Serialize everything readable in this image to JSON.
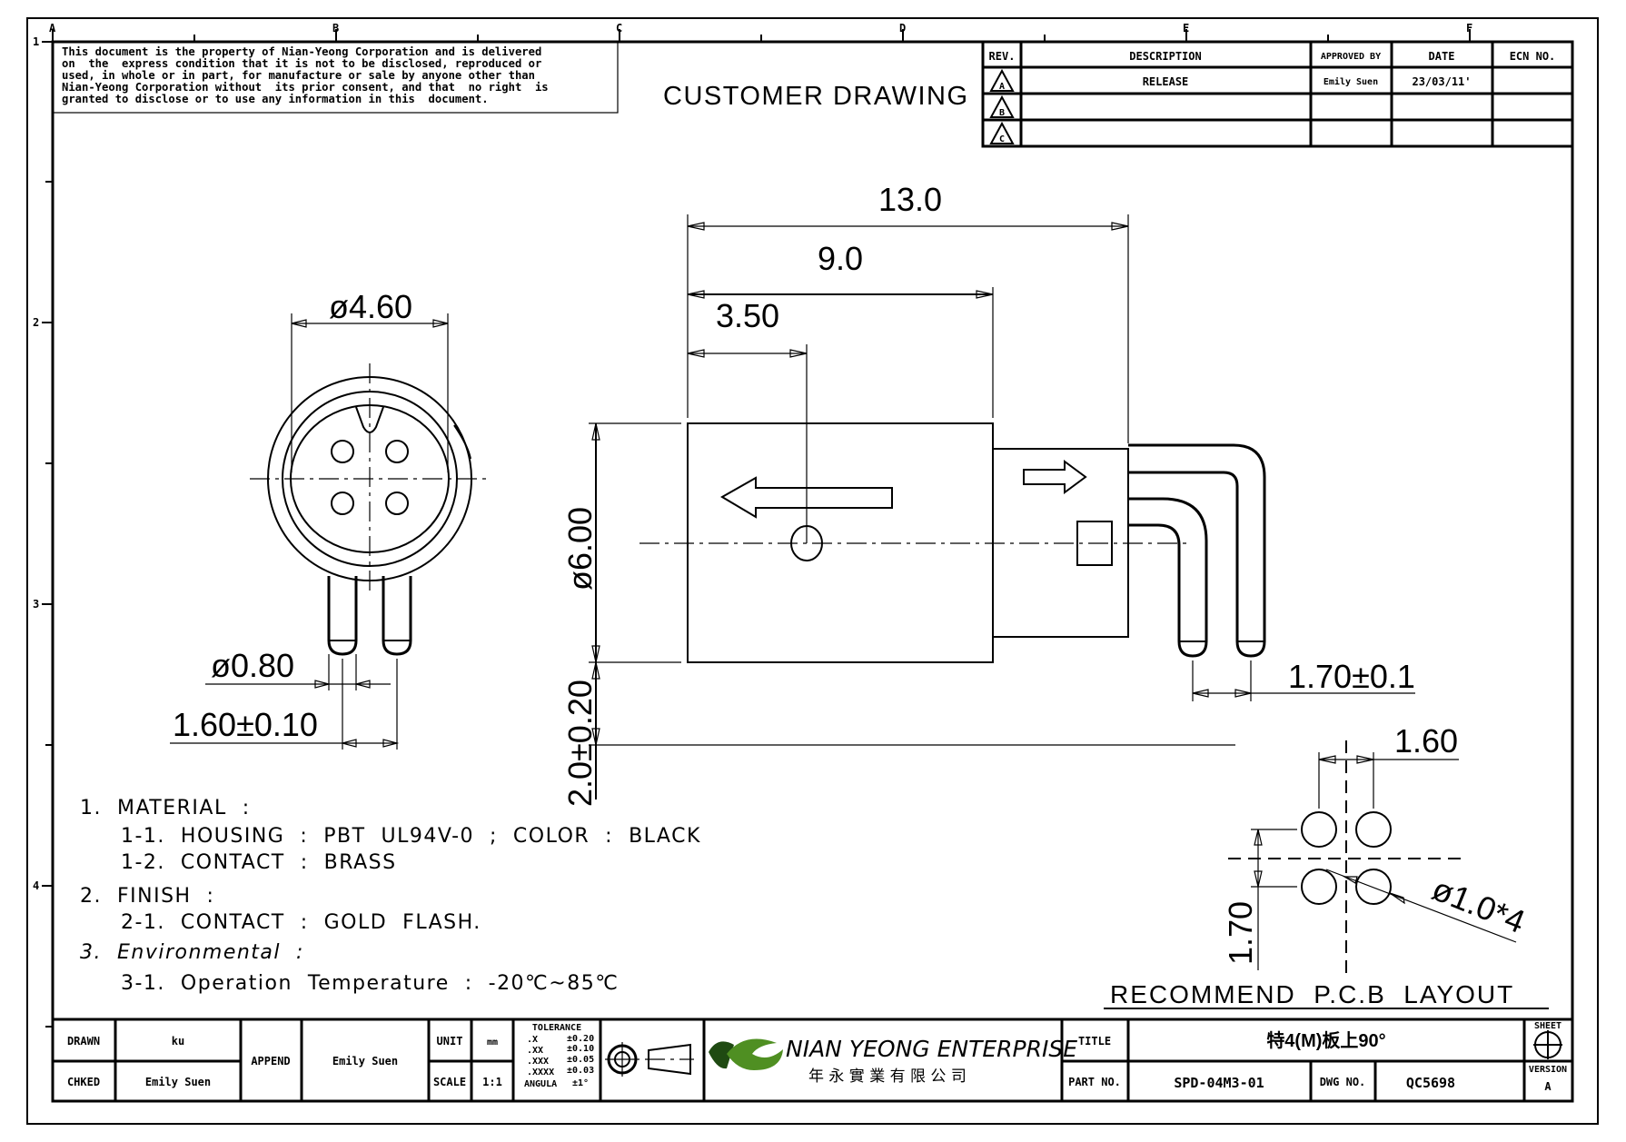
{
  "document": {
    "heading": "CUSTOMER DRAWING",
    "disclaimer_lines": [
      "This document is the property of Nian-Yeong Corporation and is delivered",
      "on  the  express condition that it is not to be disclosed, reproduced or",
      "used, in whole or in part, for manufacture or sale by anyone other than",
      "Nian-Yeong Corporation without  its prior consent, and that  no right  is",
      "granted to disclose or to use any information in this  document."
    ],
    "grid_columns": [
      "A",
      "B",
      "C",
      "D",
      "E",
      "F"
    ],
    "grid_rows": [
      "1",
      "2",
      "3",
      "4"
    ]
  },
  "revision_table": {
    "headers": [
      "REV.",
      "DESCRIPTION",
      "APPROVED BY",
      "DATE",
      "ECN NO."
    ],
    "rows": [
      {
        "rev": "A",
        "description": "RELEASE",
        "approved_by": "Emily Suen",
        "date": "23/03/11'",
        "ecn": ""
      },
      {
        "rev": "B",
        "description": "",
        "approved_by": "",
        "date": "",
        "ecn": ""
      },
      {
        "rev": "C",
        "description": "",
        "approved_by": "",
        "date": "",
        "ecn": ""
      }
    ]
  },
  "dimensions": {
    "front_view": {
      "diameter_body": "ø4.60",
      "pin_diameter": "ø0.80",
      "pin_pitch": "1.60±0.10"
    },
    "side_view": {
      "overall_length": "13.0",
      "body_length": "9.0",
      "latch_offset": "3.50",
      "body_diameter": "ø6.00",
      "standoff": "2.0±0.20",
      "pin_pitch": "1.70±0.1"
    },
    "pcb_layout": {
      "title": "RECOMMEND  P.C.B  LAYOUT",
      "h_pitch": "1.60",
      "v_pitch": "1.70",
      "hole": "ø1.0*4"
    }
  },
  "notes": [
    {
      "text": "1.  MATERIAL  :",
      "level": 0
    },
    {
      "text": "1-1.  HOUSING  :  PBT  UL94V-0  ;  COLOR  :  BLACK",
      "level": 1
    },
    {
      "text": "1-2.  CONTACT  :  BRASS",
      "level": 1
    },
    {
      "text": "2.  FINISH  :",
      "level": 0
    },
    {
      "text": "2-1.  CONTACT  :  GOLD  FLASH.",
      "level": 1
    },
    {
      "text": "3.  Environmental  :",
      "level": 0
    },
    {
      "text": "3-1.  Operation  Temperature  :  -20℃~85℃",
      "level": 1
    }
  ],
  "title_block": {
    "drawn_label": "DRAWN",
    "drawn_value": "ku",
    "checked_label": "CHKED",
    "checked_value": "Emily Suen",
    "append_label": "APPEND",
    "append_value": "Emily Suen",
    "unit_label": "UNIT",
    "unit_value": "mm",
    "scale_label": "SCALE",
    "scale_value": "1:1",
    "tolerance": {
      "title": "TOLERANCE",
      "rows": [
        {
          "k": ".X",
          "v": "±0.20"
        },
        {
          "k": ".XX",
          "v": "±0.10"
        },
        {
          "k": ".XXX",
          "v": "±0.05"
        },
        {
          "k": ".XXXX",
          "v": "±0.03"
        },
        {
          "k": "ANGULA",
          "v": "±1°"
        }
      ]
    },
    "company_name": "NIAN YEONG ENTERPRISE",
    "company_name_cn": "年 永 實 業 有 限 公 司",
    "title_label": "TITLE",
    "title_value": "特4(M)板上90°",
    "part_no_label": "PART NO.",
    "part_no_value": "SPD-04M3-01",
    "dwg_no_label": "DWG NO.",
    "dwg_no_value": "QC5698",
    "sheet_label": "SHEET",
    "version_label": "VERSION",
    "version_value": "A",
    "logo_colors": {
      "dark": "#1f4a12",
      "light": "#6fb02c"
    }
  }
}
